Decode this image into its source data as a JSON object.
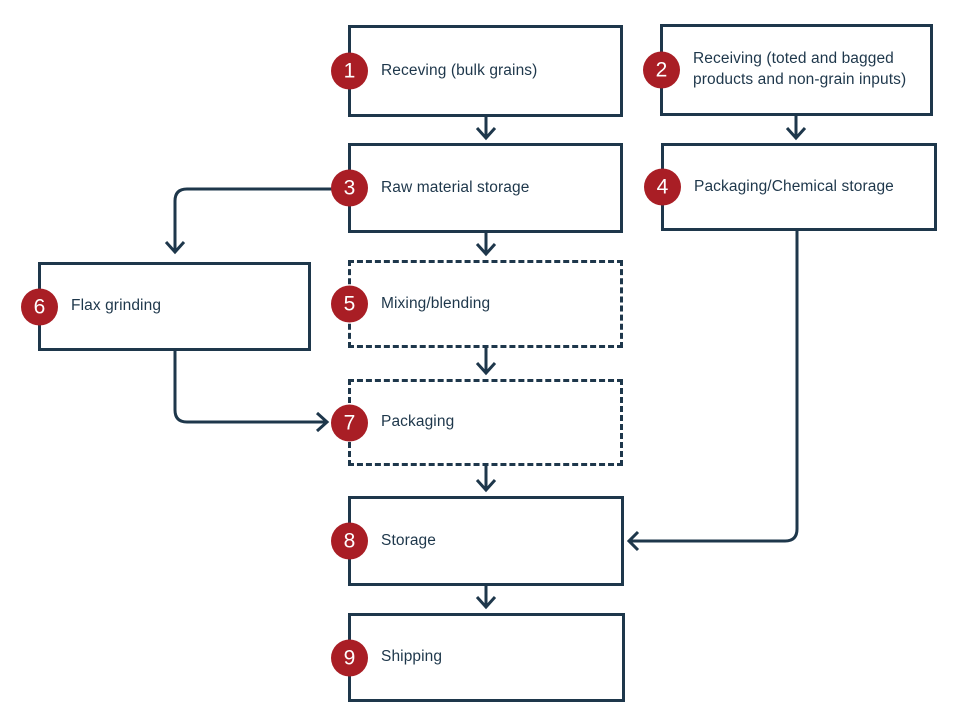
{
  "diagram": {
    "type": "flowchart",
    "colors": {
      "line": "#1e374b",
      "text": "#1e374b",
      "badge": "#a91e25",
      "badge_text": "#ffffff",
      "background": "#ffffff"
    },
    "nodes": [
      {
        "number": "1",
        "label": "Receving (bulk grains)",
        "border_style": "solid"
      },
      {
        "number": "2",
        "label": "Receiving (toted and bagged products and non-grain inputs)",
        "border_style": "solid"
      },
      {
        "number": "3",
        "label": "Raw material storage",
        "border_style": "solid"
      },
      {
        "number": "4",
        "label": "Packaging/Chemical storage",
        "border_style": "solid"
      },
      {
        "number": "5",
        "label": "Mixing/blending",
        "border_style": "dashed"
      },
      {
        "number": "6",
        "label": "Flax grinding",
        "border_style": "solid"
      },
      {
        "number": "7",
        "label": "Packaging",
        "border_style": "dashed"
      },
      {
        "number": "8",
        "label": "Storage",
        "border_style": "solid"
      },
      {
        "number": "9",
        "label": "Shipping",
        "border_style": "solid"
      }
    ],
    "edges": [
      {
        "from": "1",
        "to": "3"
      },
      {
        "from": "2",
        "to": "4"
      },
      {
        "from": "3",
        "to": "5"
      },
      {
        "from": "3",
        "to": "6"
      },
      {
        "from": "5",
        "to": "7"
      },
      {
        "from": "6",
        "to": "7"
      },
      {
        "from": "7",
        "to": "8"
      },
      {
        "from": "4",
        "to": "8"
      },
      {
        "from": "8",
        "to": "9"
      }
    ]
  }
}
